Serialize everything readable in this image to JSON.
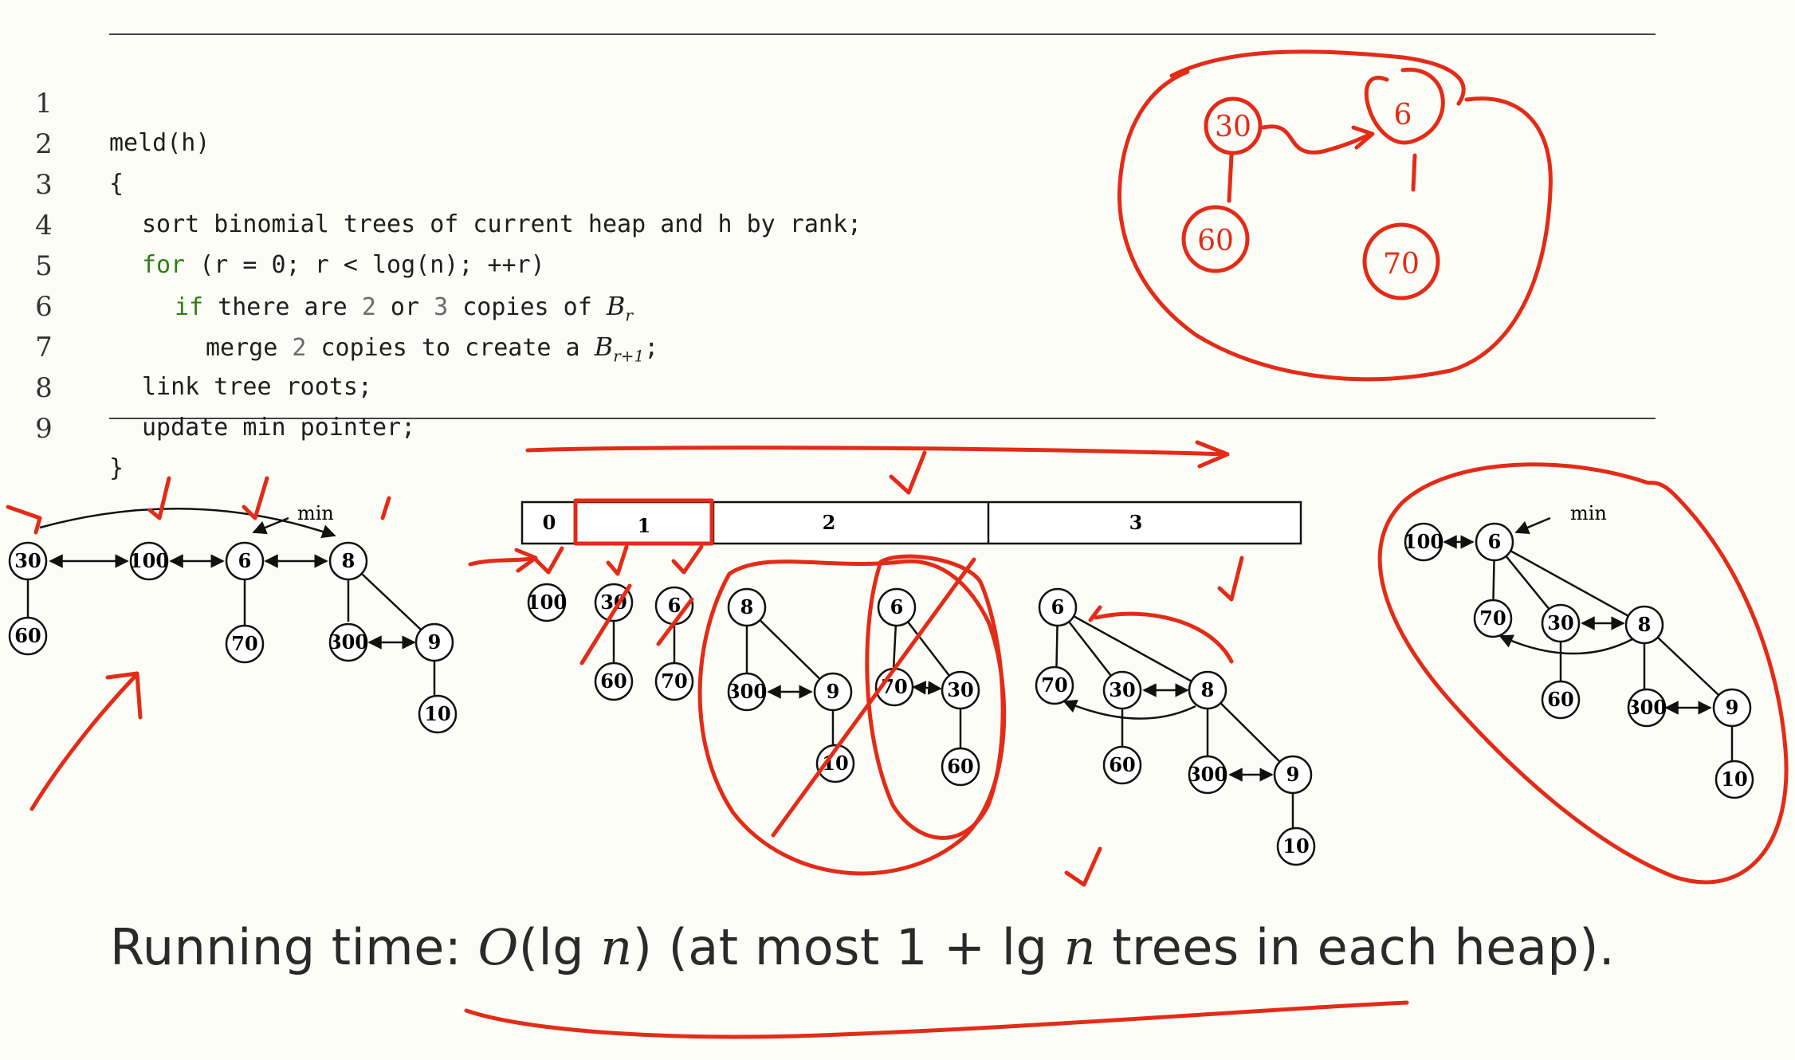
{
  "code": {
    "lines": [
      {
        "n": "1",
        "text": "meld(h)"
      },
      {
        "n": "2",
        "text": "{"
      },
      {
        "n": "3",
        "text": "sort binomial trees of current heap and h by rank;"
      },
      {
        "n": "4",
        "kw": "for",
        "rest": " (r = 0; r < log(n); ++r)"
      },
      {
        "n": "5",
        "kw": "if",
        "mid": " there are ",
        "a": "2",
        "b": " or ",
        "c": "3",
        "d": " copies of ",
        "math": "B",
        "sub": "r"
      },
      {
        "n": "6",
        "pre": "merge ",
        "a": "2",
        "mid": " copies to create a ",
        "math": "B",
        "sub": "r+1",
        "post": ";"
      },
      {
        "n": "7",
        "text": "link tree roots;"
      },
      {
        "n": "8",
        "text": "update min pointer;"
      },
      {
        "n": "9",
        "text": "}"
      }
    ]
  },
  "diagrams": {
    "heap_left": {
      "min_label": "min",
      "nodes": [
        "30",
        "100",
        "6",
        "8",
        "60",
        "70",
        "300",
        "9",
        "10"
      ]
    },
    "rank_array": {
      "cells": [
        "0",
        "1",
        "2",
        "3"
      ]
    },
    "bucket_trees": {
      "nodes": [
        "100",
        "30",
        "60",
        "6",
        "70",
        "8",
        "300",
        "9",
        "10",
        "6",
        "70",
        "30",
        "60"
      ]
    },
    "merged_tree": {
      "nodes": [
        "6",
        "70",
        "30",
        "8",
        "60",
        "300",
        "9",
        "10"
      ]
    },
    "heap_right": {
      "min_label": "min",
      "nodes": [
        "100",
        "6",
        "70",
        "30",
        "8",
        "60",
        "300",
        "9",
        "10"
      ]
    }
  },
  "annotations": {
    "handwritten": [
      "30",
      "6",
      "60",
      "70"
    ],
    "ink_color": "#e32b17"
  },
  "footer": {
    "prefix": "Running time: ",
    "o": "O",
    "paren_open": "(lg ",
    "n1": "n",
    "paren_close": ")",
    "middle": " (at most 1 + lg ",
    "n2": "n",
    "suffix": " trees in each heap)."
  }
}
